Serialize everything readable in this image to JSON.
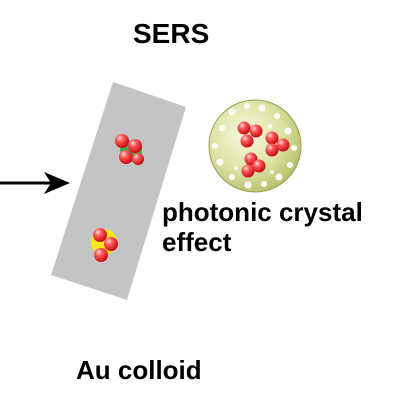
{
  "labels": {
    "title": "SERS",
    "photonic_line1": "photonic crystal",
    "photonic_line2": "effect",
    "bottom": "Au colloid"
  },
  "colors": {
    "plate": "#c4c4c4",
    "molecule": "#e8161d",
    "molecule_highlight": "#ffd6d6",
    "green_particle": "#31b34a",
    "gold_particle": "#f3e81c",
    "sphere": "#d9df9c",
    "arrow": "#000000"
  },
  "icons": [
    "arrow-right-icon",
    "molecule-cluster-icon",
    "porous-sphere-icon"
  ]
}
